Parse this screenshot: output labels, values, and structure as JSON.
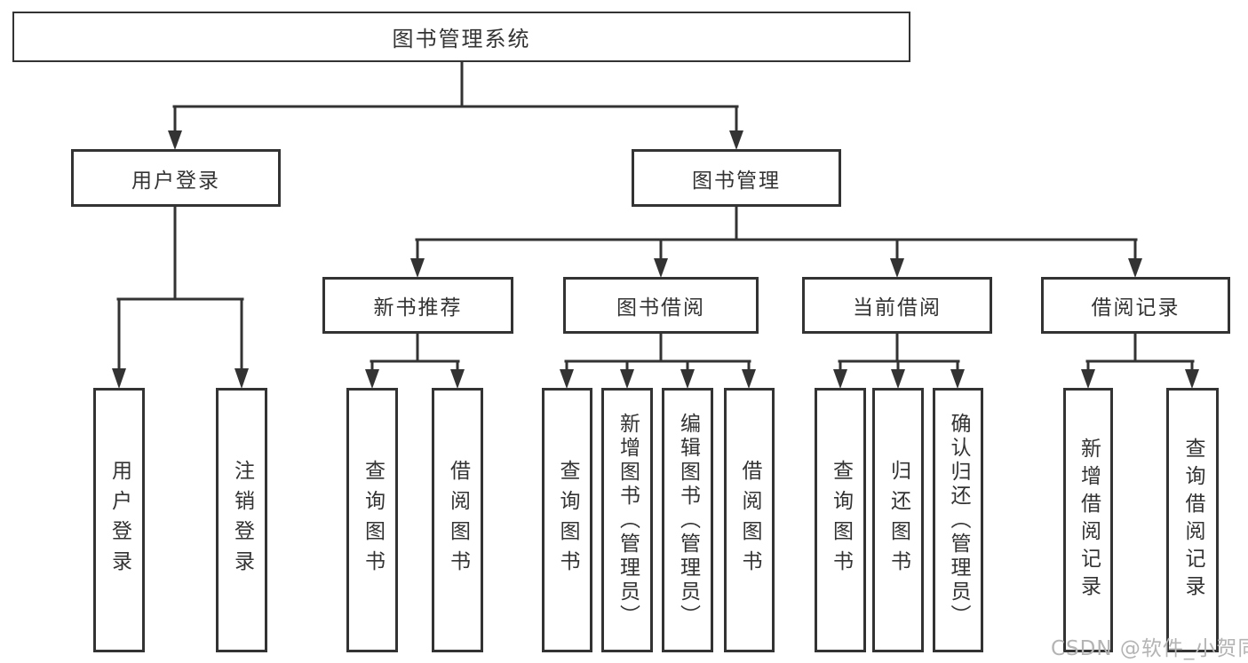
{
  "diagram": {
    "type": "hierarchy-tree",
    "root": {
      "label": "图书管理系统"
    },
    "level2": [
      {
        "id": "user-login",
        "label": "用户登录",
        "parent": "图书管理系统"
      },
      {
        "id": "book-management",
        "label": "图书管理",
        "parent": "图书管理系统"
      }
    ],
    "level3": [
      {
        "id": "new-book-recommend",
        "label": "新书推荐",
        "parent": "图书管理"
      },
      {
        "id": "book-borrowing",
        "label": "图书借阅",
        "parent": "图书管理"
      },
      {
        "id": "current-borrowing",
        "label": "当前借阅",
        "parent": "图书管理"
      },
      {
        "id": "borrowing-records",
        "label": "借阅记录",
        "parent": "图书管理"
      }
    ],
    "leaves": [
      {
        "label": "用户登录",
        "parent": "用户登录"
      },
      {
        "label": "注销登录",
        "parent": "用户登录"
      },
      {
        "label": "查询图书",
        "parent": "新书推荐"
      },
      {
        "label": "借阅图书",
        "parent": "新书推荐"
      },
      {
        "label": "查询图书",
        "parent": "图书借阅"
      },
      {
        "label": "新增图书（管理员）",
        "parent": "图书借阅"
      },
      {
        "label": "编辑图书（管理员）",
        "parent": "图书借阅"
      },
      {
        "label": "借阅图书",
        "parent": "图书借阅"
      },
      {
        "label": "查询图书",
        "parent": "当前借阅"
      },
      {
        "label": "归还图书",
        "parent": "当前借阅"
      },
      {
        "label": "确认归还（管理员）",
        "parent": "当前借阅"
      },
      {
        "label": "新增借阅记录",
        "parent": "借阅记录"
      },
      {
        "label": "查询借阅记录",
        "parent": "借阅记录"
      }
    ]
  },
  "watermark": {
    "text": "CSDN @软件_小贺同学"
  },
  "colors": {
    "line": "#333333",
    "box_border": "#333333",
    "text": "#333333",
    "watermark": "#b4b4b4",
    "background": "#ffffff"
  }
}
